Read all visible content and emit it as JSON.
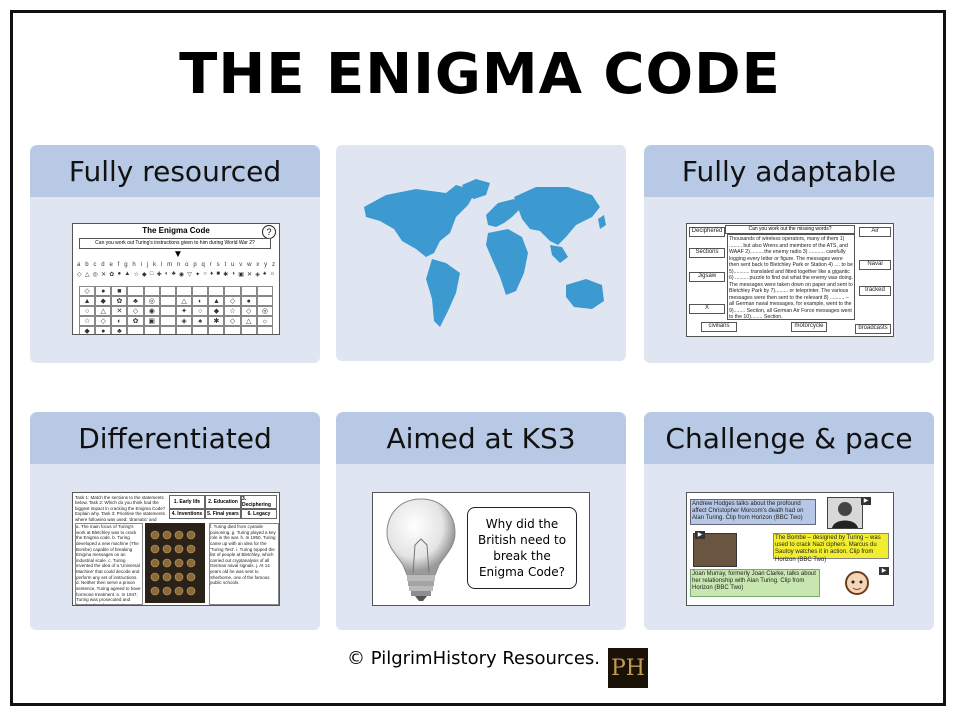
{
  "title": "THE ENIGMA CODE",
  "panels": {
    "p1": {
      "heading": "Fully resourced"
    },
    "p3": {
      "heading": "Fully adaptable"
    },
    "p4": {
      "heading": "Differentiated"
    },
    "p5": {
      "heading": "Aimed at KS3"
    },
    "p6": {
      "heading": "Challenge & pace"
    }
  },
  "thumb1": {
    "title": "The Enigma Code",
    "question": "Can you work out Turing's instructions given to him during World War 2?",
    "alphabet": [
      "a",
      "b",
      "c",
      "d",
      "e",
      "f",
      "g",
      "h",
      "i",
      "j",
      "k",
      "l",
      "m",
      "n",
      "o",
      "p",
      "q",
      "r",
      "s",
      "t",
      "u",
      "v",
      "w",
      "x",
      "y",
      "z"
    ]
  },
  "thumb3": {
    "header": "Can you work out the missing words?",
    "left_words": [
      "Deciphered",
      "Sections",
      "Jigsaw",
      "X"
    ],
    "right_words": [
      "Air",
      "Naval",
      "tracked"
    ],
    "bottom_words": [
      "civilians",
      "motorcycle",
      "broadcasts"
    ],
    "body": "Thousands of wireless operators, many of them 1) ......... but also Wrens and members of the ATS, and WAAF 2)..........the enemy radio 3) ........... carefully logging every letter or figure. The messages were then sent back to Bletchley Park or Station 4) .... to be 5)........... translated and fitted together like a gigantic 6) ......... puzzle to find out what the enemy was doing. The messages were taken down on paper and sent to Bletchley Park by 7)......... or teleprinter. The various messages were then sent to the relevant 8) .......... – all German naval messages, for example, went to the 9)........ Section, all German Air Force messages went to the 10)........ Section."
  },
  "thumb4": {
    "headers": [
      "1. Early life",
      "2. Education",
      "3. Deciphering",
      "4. Inventions",
      "5. Final years",
      "6. Legacy"
    ],
    "task": "Task 1: Match the sections to the statements below. Task 2: Which do you think had the biggest impact in cracking the Enigma Code? Explain why. Task 3: Prioritise the statements where following was used: 'dramatic' and 'significant'.",
    "col1": "a. The main focus of Turing's work at Bletchley was to crack the Enigma code. b. Turing developed a new machine (The Bombe) capable of breaking Enigma messages on an industrial scale. c. Turing invented the idea of a 'Universal Machine' that could decode and perform any set of instructions. d. Neither then serve a prison sentence, Turing agreed to have hormone treatment. e. In 1947, Turing was prosecuted and found guilty of gross indecency.",
    "col3": "f. Turing died from cyanide poisoning. g. Turing played a key role in the war. h. In 1950, Turing came up with an idea for the 'Turing Test'. i. Turing topped the list of people at Bletchley, which carried out cryptanalysis of all German naval signals. j. At 14 years old he was sent to Sherborne, one of the famous public schools."
  },
  "thumb5": {
    "question": "Why did the British need to break the Enigma Code?"
  },
  "thumb6": {
    "box1": "Andrew Hodges talks about the profound affect Christopher Morcom's death had on Alan Turing. Clip from Horizon (BBC Two)",
    "box2": "The Bombe – designed by Turing – was used to crack Nazi ciphers. Marcus du Sautoy watches it in action. Clip from Horizon (BBC Two)",
    "box3": "Joan Murray, formerly Joan Clarke, talks about her relationship with Alan Turing. Clip from Horizon (BBC Two)"
  },
  "footer": {
    "text": "© PilgrimHistory  Resources.",
    "logo": "PH"
  },
  "colors": {
    "panel_body": "#dfe6f1",
    "panel_head": "#b7c9e4",
    "map": "#3d9ad1"
  }
}
